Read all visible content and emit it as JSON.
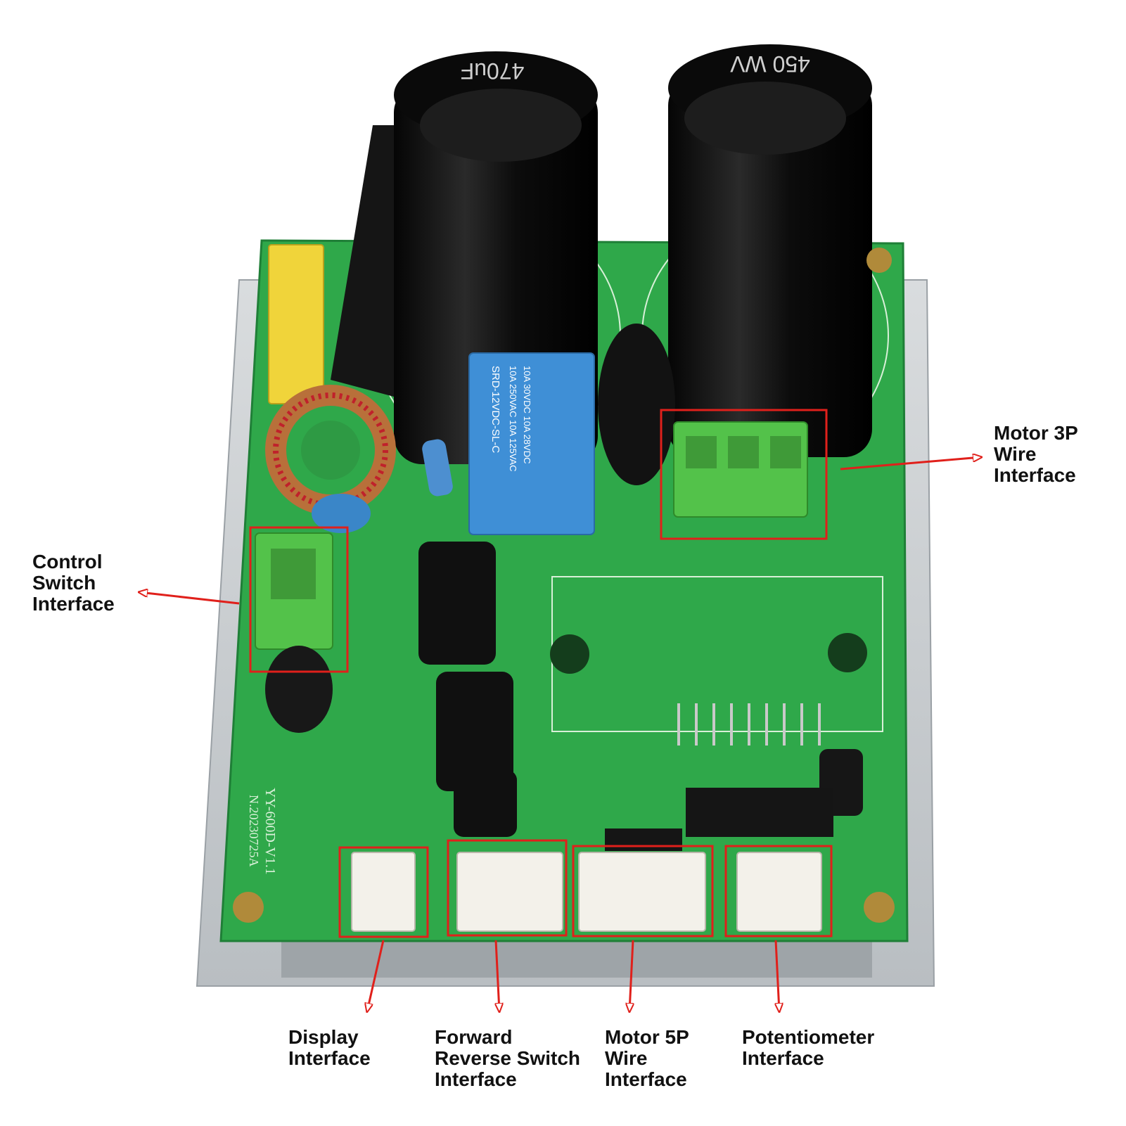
{
  "colors": {
    "pcb": "#2fa84a",
    "pcb_dark": "#1f7f37",
    "heatsink": "#cfd3d6",
    "capacitor": "#141414",
    "relay": "#3f8fd6",
    "terminal": "#53c24a",
    "connector": "#f3f1ea",
    "callout": "#e0201b",
    "text": "#111111"
  },
  "callouts": {
    "motor_3p": [
      "Motor 3P",
      "Wire",
      "Interface"
    ],
    "control_switch": [
      "Control",
      "Switch",
      "Interface"
    ],
    "display": [
      "Display",
      "Interface"
    ],
    "forward_reverse": [
      "Forward",
      "Reverse Switch",
      "Interface"
    ],
    "motor_5p": [
      "Motor 5P",
      "Wire",
      "Interface"
    ],
    "potentiometer": [
      "Potentiometer",
      "Interface"
    ]
  },
  "board": {
    "model": "YY-600D-V1.1",
    "date": "N.20230725A"
  },
  "relay": {
    "lines": [
      "SRD-12VDC-SL-C",
      "10A 250VAC 10A 125VAC",
      "10A 30VDC 10A 28VDC"
    ]
  },
  "capacitors": {
    "left": "470uF",
    "right": "450 WV"
  }
}
